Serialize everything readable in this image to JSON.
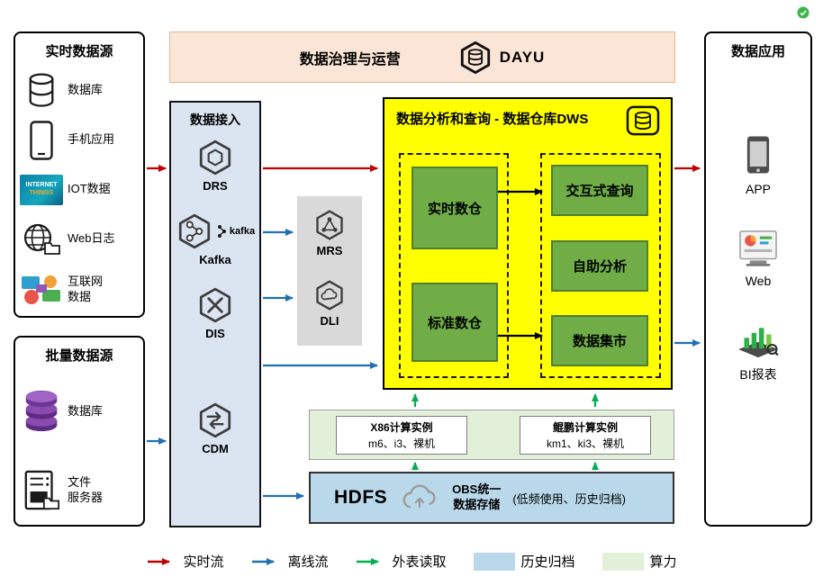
{
  "banner": {
    "title": "数据治理与运营",
    "logo": "DAYU"
  },
  "realtime": {
    "title": "实时数据源",
    "items": [
      {
        "label": "数据库"
      },
      {
        "label": "手机应用"
      },
      {
        "label": "IOT数据"
      },
      {
        "label": "Web日志"
      },
      {
        "label1": "互联网",
        "label2": "数据"
      }
    ]
  },
  "batch": {
    "title": "批量数据源",
    "items": [
      {
        "label": "数据库"
      },
      {
        "label1": "文件",
        "label2": "服务器"
      }
    ]
  },
  "ingest": {
    "title": "数据接入",
    "drs": "DRS",
    "kafka": "Kafka",
    "kafka_mark": "kafka",
    "dis": "DIS",
    "cdm": "CDM"
  },
  "processing": {
    "mrs": "MRS",
    "dli": "DLI"
  },
  "dws": {
    "title": "数据分析和查询 - 数据仓库DWS",
    "left_nodes": [
      "实时数仓",
      "标准数仓"
    ],
    "right_nodes": [
      "交互式查询",
      "自助分析",
      "数据集市"
    ]
  },
  "compute": {
    "cards": [
      {
        "title": "X86计算实例",
        "subtitle": "m6、i3、裸机"
      },
      {
        "title": "鲲鹏计算实例",
        "subtitle": "km1、ki3、裸机"
      }
    ]
  },
  "storage": {
    "hdfs": "HDFS",
    "obs_line1": "OBS统一",
    "obs_line2": "数据存储",
    "note": "(低频使用、历史归档)"
  },
  "apps": {
    "title": "数据应用",
    "items": [
      {
        "label": "APP"
      },
      {
        "label": "Web"
      },
      {
        "label": "BI报表"
      }
    ]
  },
  "legend": {
    "items": [
      {
        "label": "实时流",
        "style": "arrow",
        "color": "#c00000"
      },
      {
        "label": "离线流",
        "style": "arrow",
        "color": "#2170b5"
      },
      {
        "label": "外表读取",
        "style": "arrow",
        "color": "#00b050"
      },
      {
        "label": "历史归档",
        "style": "swatch",
        "color": "#b9d9ea"
      },
      {
        "label": "算力",
        "style": "swatch",
        "color": "#e2efd9"
      }
    ]
  },
  "icons": {
    "iot_caption1": "INTERNET",
    "iot_caption2": "THINGS"
  },
  "colors": {
    "realtime_flow": "#c00000",
    "offline_flow": "#2170b5",
    "external_table_read": "#00b050",
    "history_archive": "#b9d9ea",
    "compute_power": "#e2efd9",
    "dws_background": "#ffff00",
    "warehouse_node": "#70ad47",
    "ingest_panel": "#dbe5f1",
    "governance_banner": "#fbe5d6"
  }
}
